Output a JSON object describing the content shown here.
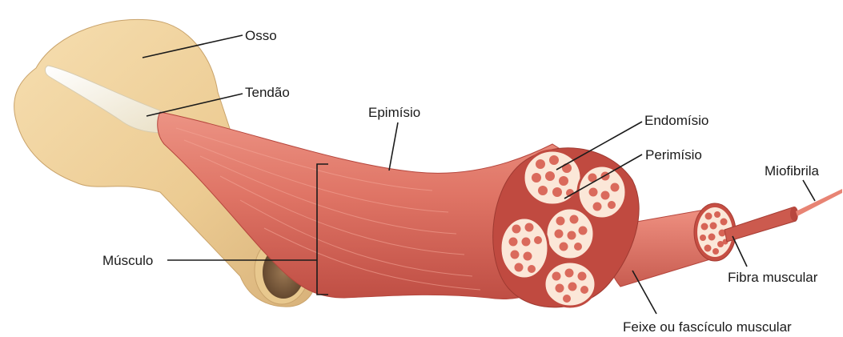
{
  "labels": {
    "osso": "Osso",
    "tendao": "Tendão",
    "epimisio": "Epimísio",
    "endomisio": "Endomísio",
    "perimisio": "Perimísio",
    "miofibrila": "Miofibrila",
    "musculo": "Músculo",
    "fibra_muscular": "Fibra muscular",
    "feixe": "Feixe ou fascículo muscular"
  },
  "colors": {
    "bone": "#f1d4a0",
    "bone_shade": "#d9b47a",
    "marrow": "#7a5a3c",
    "tendon": "#f3eedf",
    "muscle": "#e0786a",
    "muscle_dark": "#b9463c",
    "muscle_light": "#f19b8c",
    "sheath": "#fbe7d8",
    "leader": "#1b1b1b"
  }
}
